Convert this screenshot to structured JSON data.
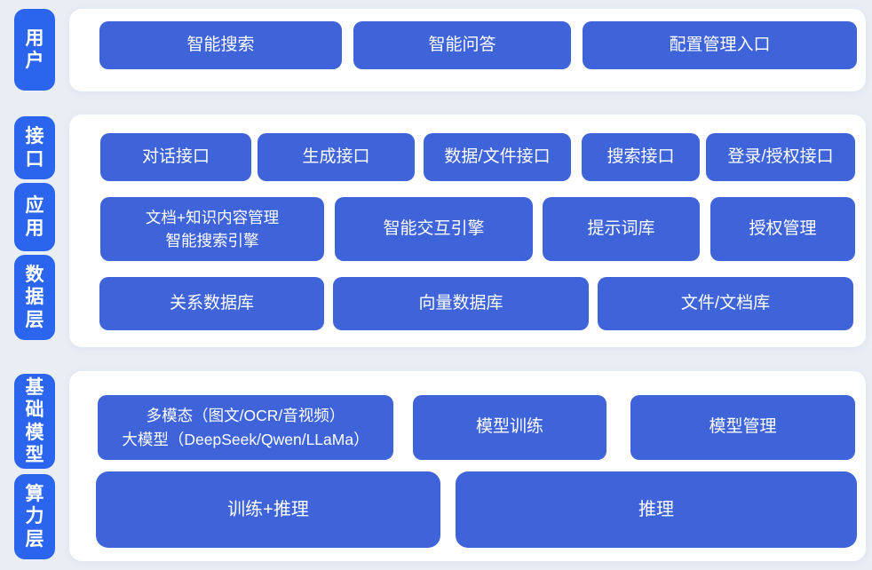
{
  "colors": {
    "background": "#e9eef5",
    "panel": "#ffffff",
    "pill_blue": "#2b65ee",
    "block_blue": "#3f63d8",
    "text_white": "#ffffff"
  },
  "pills": [
    {
      "label": "用户"
    },
    {
      "label": "接口"
    },
    {
      "label": "应用"
    },
    {
      "label": "数据层"
    },
    {
      "label": "基础模型"
    },
    {
      "label": "算力层"
    }
  ],
  "sections": [
    {
      "name": "user-layer",
      "rows": [
        [
          "智能搜索",
          "智能问答",
          "配置管理入口"
        ]
      ]
    },
    {
      "name": "interface-application-data-layer",
      "rows": [
        [
          "对话接口",
          "生成接口",
          "数据/文件接口",
          "搜索接口",
          "登录/授权接口"
        ],
        [
          "文档+知识内容管理\n智能搜索引擎",
          "智能交互引擎",
          "提示词库",
          "授权管理"
        ],
        [
          "关系数据库",
          "向量数据库",
          "文件/文档库"
        ]
      ]
    },
    {
      "name": "foundation-model-compute-layer",
      "rows": [
        [
          "多模态（图文/OCR/音视频）\n大模型（DeepSeek/Qwen/LLaMa）",
          "模型训练",
          "模型管理"
        ],
        [
          "训练+推理",
          "推理"
        ]
      ]
    }
  ]
}
